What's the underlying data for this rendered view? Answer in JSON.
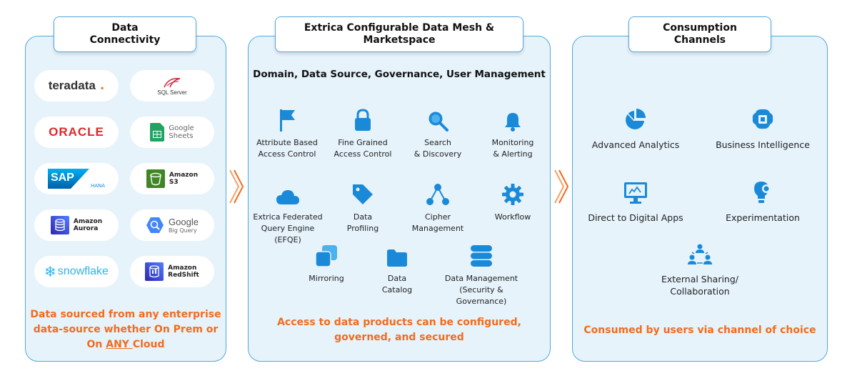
{
  "colors": {
    "accent": "#52a8de",
    "icon": "#1a8ad8",
    "highlight": "#f26b1d",
    "panel_bg": "#e6f3fb"
  },
  "left": {
    "title": "Data\nConnectivity",
    "logos": {
      "teradata": "teradata",
      "sqlserver": "SQL Server",
      "oracle": "ORACLE",
      "google_sheets": "Google\nSheets",
      "sap": "SAP",
      "sap_sub": "HANA",
      "amazon_s3": "Amazon\nS3",
      "amazon_aurora": "Amazon\nAurora",
      "bigquery": "Google",
      "bigquery_sub": "Big Query",
      "snowflake": "snowflake",
      "redshift": "Amazon\nRedShift"
    },
    "footer_1": "Data sourced from any enterprise",
    "footer_2": "data-source whether On Prem or",
    "footer_3a": "On ",
    "footer_3b": "ANY ",
    "footer_3c": "Cloud"
  },
  "middle": {
    "title": "Extrica Configurable Data Mesh &\nMarketspace",
    "subtitle": "Domain, Data Source, Governance, User Management",
    "features": [
      {
        "label": "Attribute Based\nAccess Control",
        "icon": "flag-icon"
      },
      {
        "label": "Fine Grained\nAccess Control",
        "icon": "lock-icon"
      },
      {
        "label": "Search\n& Discovery",
        "icon": "search-icon"
      },
      {
        "label": "Monitoring\n& Alerting",
        "icon": "bell-icon"
      },
      {
        "label": "Extrica Federated\nQuery Engine\n(EFQE)",
        "icon": "cloud-icon"
      },
      {
        "label": "Data\nProfiling",
        "icon": "tag-icon"
      },
      {
        "label": "Cipher\nManagement",
        "icon": "network-icon"
      },
      {
        "label": "Workflow",
        "icon": "gear-icon"
      },
      {
        "label": "Mirroring",
        "icon": "copy-icon"
      },
      {
        "label": "Data\nCatalog",
        "icon": "folder-icon"
      },
      {
        "label": "Data Management\n(Security &\nGovernance)",
        "icon": "database-icon"
      }
    ],
    "footer_1": "Access to data products can be configured,",
    "footer_2": "governed, and secured"
  },
  "right": {
    "title": "Consumption\nChannels",
    "features": [
      {
        "label": "Advanced Analytics",
        "icon": "pie-chart-icon"
      },
      {
        "label": "Business Intelligence",
        "icon": "brain-chip-icon"
      },
      {
        "label": "Direct to Digital Apps",
        "icon": "monitor-icon"
      },
      {
        "label": "Experimentation",
        "icon": "bulb-gear-icon"
      },
      {
        "label": "External Sharing/\nCollaboration",
        "icon": "collaboration-icon"
      }
    ],
    "footer": "Consumed by users via channel of choice"
  }
}
